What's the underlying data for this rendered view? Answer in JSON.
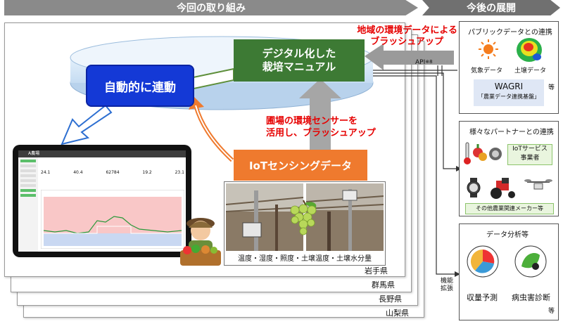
{
  "header": {
    "current": "今回の取り組み",
    "future": "今後の展開"
  },
  "prefectures": [
    "岩手県",
    "群馬県",
    "長野県",
    "山梨県"
  ],
  "boxes": {
    "auto_link": "自動的に連動",
    "manual_line1": "デジタル化した",
    "manual_line2": "栽培マニュアル",
    "iot": "IoTセンシングデータ"
  },
  "annotations": {
    "regional_line1": "地域の環境データによる",
    "regional_line2": "ブラッシュアップ",
    "field_line1": "圃場の環境センサーを",
    "field_line2": "活用し、ブラッシュアップ"
  },
  "sensors_caption": "温度・湿度・照度・土壌温度・土壌水分量",
  "api_label": "API",
  "api_note": "※8",
  "expansion_label_1": "機能",
  "expansion_label_2": "拡張",
  "public_panel": {
    "title": "パブリックデータとの連携",
    "weather": "気象データ",
    "soil": "土壌データ",
    "wagri": "WAGRI",
    "wagri_sub": "「農業データ連携基盤」",
    "etc": "等"
  },
  "partner_panel": {
    "title": "様々なパートナーとの連携",
    "iot_service_1": "IoTサービス",
    "iot_service_2": "事業者",
    "makers": "その他農業関連メーカー等"
  },
  "analysis_panel": {
    "title": "データ分析等",
    "yield": "収量予測",
    "disease": "病虫害診断",
    "etc": "等"
  },
  "tablet": {
    "app_title": "A農場",
    "metrics": [
      "24.1",
      "40.4",
      "62784",
      "19.2",
      "23.1"
    ]
  }
}
